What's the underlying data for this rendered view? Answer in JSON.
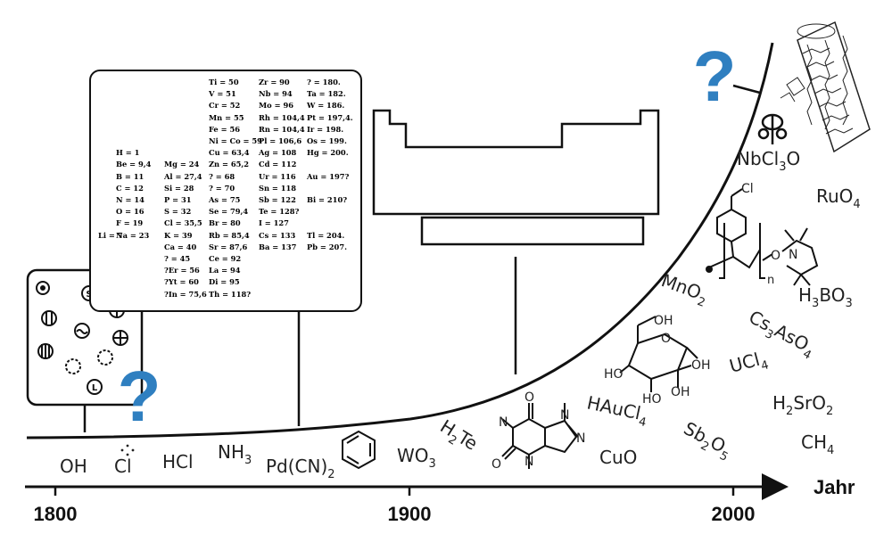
{
  "axis": {
    "label": "Jahr",
    "ticks": [
      "1800",
      "1900",
      "2000"
    ]
  },
  "question_mark": "?",
  "formulas": {
    "oh": "OH",
    "cl": "Cl",
    "hcl": "HCl",
    "nh3": {
      "base": "NH",
      "sub": "3"
    },
    "pdcn2": {
      "base": "Pd(CN)",
      "sub": "2"
    },
    "wo3": {
      "base": "WO",
      "sub": "3"
    },
    "h2te": {
      "a": "H",
      "sub": "2",
      "b": "Te"
    },
    "haucl4": {
      "base": "HAuCl",
      "sub": "4"
    },
    "cuo": "CuO",
    "sb2o5": {
      "a": "Sb",
      "sub1": "2",
      "b": "O",
      "sub2": "5"
    },
    "ch4": {
      "base": "CH",
      "sub": "4"
    },
    "h2sro2": {
      "a": "H",
      "sub1": "2",
      "b": "SrO",
      "sub2": "2"
    },
    "ucl4": {
      "base": "UCl",
      "sub": "4"
    },
    "cs3aso4": {
      "a": "Cs",
      "sub1": "3",
      "b": "AsO",
      "sub2": "4"
    },
    "h3bo3": {
      "a": "H",
      "sub1": "3",
      "b": "BO",
      "sub2": "3"
    },
    "mno2": {
      "base": "MnO",
      "sub": "2"
    },
    "ruo4": {
      "base": "RuO",
      "sub": "4"
    },
    "nbcl3o": {
      "a": "NbCl",
      "sub": "3",
      "b": "O"
    }
  },
  "molecule_labels": {
    "oh": "OH",
    "ho": "HO",
    "o": "O",
    "n": "N",
    "cl": "Cl",
    "n_sub": "n"
  },
  "mendeleev": [
    {
      "t": "Ti = 50",
      "c": 1,
      "r": 0
    },
    {
      "t": "Zr = 90",
      "c": 2,
      "r": 0
    },
    {
      "t": "? = 180.",
      "c": 3,
      "r": 0
    },
    {
      "t": "V = 51",
      "c": 1,
      "r": 1
    },
    {
      "t": "Nb = 94",
      "c": 2,
      "r": 1
    },
    {
      "t": "Ta = 182.",
      "c": 3,
      "r": 1
    },
    {
      "t": "Cr = 52",
      "c": 1,
      "r": 2
    },
    {
      "t": "Mo = 96",
      "c": 2,
      "r": 2
    },
    {
      "t": "W = 186.",
      "c": 3,
      "r": 2
    },
    {
      "t": "Mn = 55",
      "c": 1,
      "r": 3
    },
    {
      "t": "Rh = 104,4",
      "c": 2,
      "r": 3
    },
    {
      "t": "Pt = 197,4.",
      "c": 3,
      "r": 3
    },
    {
      "t": "Fe = 56",
      "c": 1,
      "r": 4
    },
    {
      "t": "Rn = 104,4",
      "c": 2,
      "r": 4
    },
    {
      "t": "Ir = 198.",
      "c": 3,
      "r": 4
    },
    {
      "t": "Ni = Co = 59",
      "c": 1,
      "r": 5
    },
    {
      "t": "Pl = 106,6",
      "c": 2,
      "r": 5
    },
    {
      "t": "Os = 199.",
      "c": 3,
      "r": 5
    },
    {
      "t": "H = 1",
      "c": 0,
      "r": 6
    },
    {
      "t": "Cu = 63,4",
      "c": 1,
      "r": 6
    },
    {
      "t": "Ag = 108",
      "c": 2,
      "r": 6
    },
    {
      "t": "Hg = 200.",
      "c": 3,
      "r": 6
    },
    {
      "t": "Be = 9,4",
      "c": 0,
      "r": 7
    },
    {
      "t": "Mg = 24",
      "c": 0.55,
      "r": 7
    },
    {
      "t": "Zn = 65,2",
      "c": 1,
      "r": 7
    },
    {
      "t": "Cd = 112",
      "c": 2,
      "r": 7
    },
    {
      "t": "B = 11",
      "c": 0,
      "r": 8
    },
    {
      "t": "Al = 27,4",
      "c": 0.55,
      "r": 8
    },
    {
      "t": "? = 68",
      "c": 1,
      "r": 8
    },
    {
      "t": "Ur = 116",
      "c": 2,
      "r": 8
    },
    {
      "t": "Au = 197?",
      "c": 3,
      "r": 8
    },
    {
      "t": "C = 12",
      "c": 0,
      "r": 9
    },
    {
      "t": "Si = 28",
      "c": 0.55,
      "r": 9
    },
    {
      "t": "? = 70",
      "c": 1,
      "r": 9
    },
    {
      "t": "Sn = 118",
      "c": 2,
      "r": 9
    },
    {
      "t": "N = 14",
      "c": 0,
      "r": 10
    },
    {
      "t": "P = 31",
      "c": 0.55,
      "r": 10
    },
    {
      "t": "As = 75",
      "c": 1,
      "r": 10
    },
    {
      "t": "Sb = 122",
      "c": 2,
      "r": 10
    },
    {
      "t": "Bi = 210?",
      "c": 3,
      "r": 10
    },
    {
      "t": "O = 16",
      "c": 0,
      "r": 11
    },
    {
      "t": "S = 32",
      "c": 0.55,
      "r": 11
    },
    {
      "t": "Se = 79,4",
      "c": 1,
      "r": 11
    },
    {
      "t": "Te = 128?",
      "c": 2,
      "r": 11
    },
    {
      "t": "F = 19",
      "c": 0,
      "r": 12
    },
    {
      "t": "Cl = 35,5",
      "c": 0.55,
      "r": 12
    },
    {
      "t": "Br = 80",
      "c": 1,
      "r": 12
    },
    {
      "t": "I = 127",
      "c": 2,
      "r": 12
    },
    {
      "t": "Li = 7",
      "c": -0.3,
      "r": 13
    },
    {
      "t": "Na = 23",
      "c": 0,
      "r": 13
    },
    {
      "t": "K = 39",
      "c": 0.55,
      "r": 13
    },
    {
      "t": "Rb = 85,4",
      "c": 1,
      "r": 13
    },
    {
      "t": "Cs = 133",
      "c": 2,
      "r": 13
    },
    {
      "t": "Tl = 204.",
      "c": 3,
      "r": 13
    },
    {
      "t": "Ca = 40",
      "c": 0.55,
      "r": 14
    },
    {
      "t": "Sr = 87,6",
      "c": 1,
      "r": 14
    },
    {
      "t": "Ba = 137",
      "c": 2,
      "r": 14
    },
    {
      "t": "Pb = 207.",
      "c": 3,
      "r": 14
    },
    {
      "t": "? = 45",
      "c": 0.55,
      "r": 15
    },
    {
      "t": "Ce = 92",
      "c": 1,
      "r": 15
    },
    {
      "t": "?Er = 56",
      "c": 0.55,
      "r": 16
    },
    {
      "t": "La = 94",
      "c": 1,
      "r": 16
    },
    {
      "t": "?Yt = 60",
      "c": 0.55,
      "r": 17
    },
    {
      "t": "Di = 95",
      "c": 1,
      "r": 17
    },
    {
      "t": "?In = 75,6",
      "c": 0.55,
      "r": 18
    },
    {
      "t": "Th = 118?",
      "c": 1,
      "r": 18
    }
  ]
}
